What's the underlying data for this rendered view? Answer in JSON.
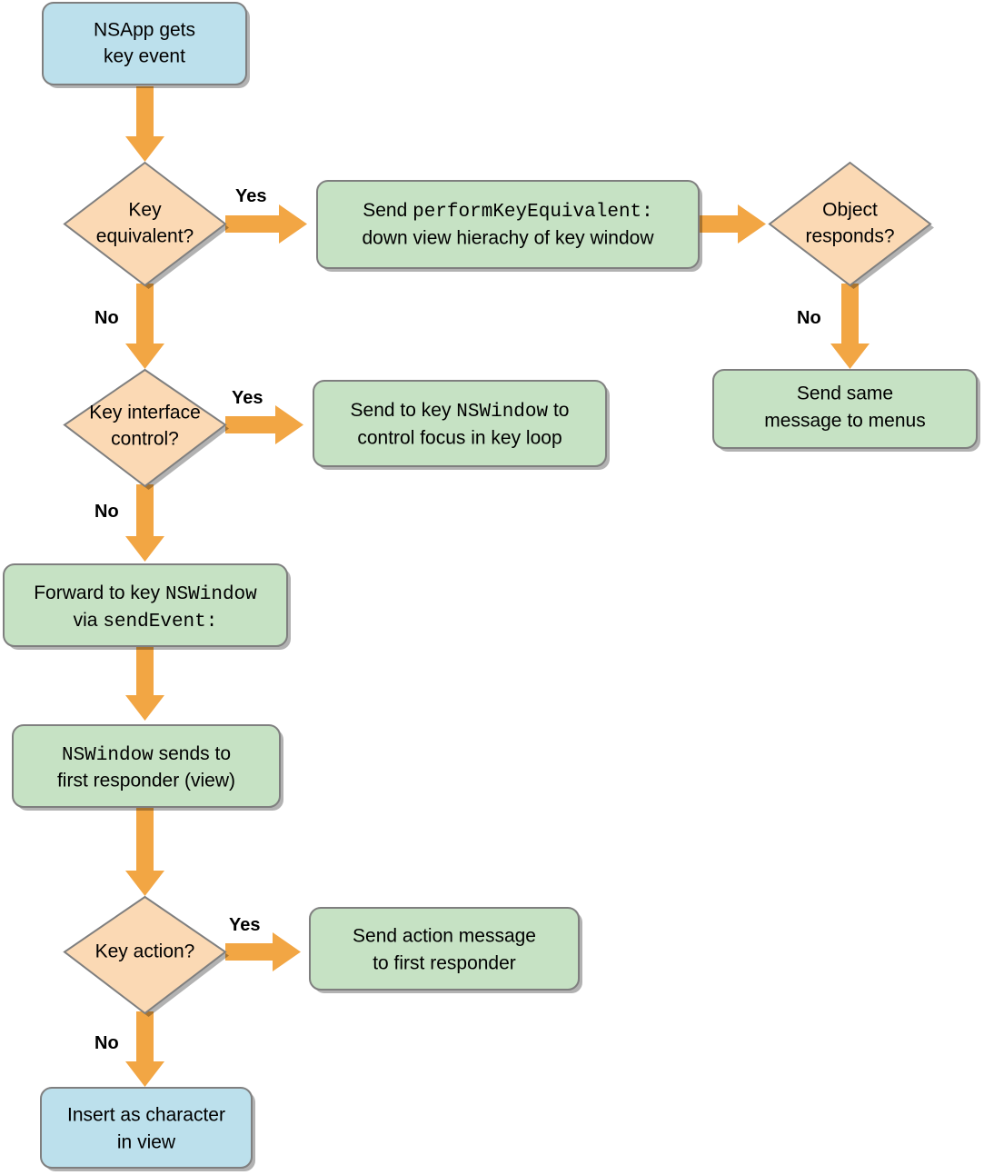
{
  "diagram": {
    "title": "NSApp key event handling flowchart",
    "colors": {
      "start_end_fill": "#bce0ec",
      "process_fill": "#c6e2c4",
      "decision_fill": "#fbd9b4",
      "arrow": "#f2a644",
      "border": "#7f7f7f",
      "text": "#000000",
      "background": "#ffffff"
    },
    "nodes": {
      "nsapp_gets_key_event": {
        "type": "terminator",
        "shape": "rounded-rect",
        "fill": "#bce0ec",
        "lines": [
          [
            {
              "text": "NSApp gets",
              "style": "sans"
            }
          ],
          [
            {
              "text": "key event",
              "style": "sans"
            }
          ]
        ]
      },
      "key_equivalent": {
        "type": "decision",
        "shape": "diamond",
        "fill": "#fbd9b4",
        "lines": [
          [
            {
              "text": "Key",
              "style": "sans"
            }
          ],
          [
            {
              "text": "equivalent?",
              "style": "sans"
            }
          ]
        ]
      },
      "send_perform_key_equivalent": {
        "type": "process",
        "shape": "rounded-rect",
        "fill": "#c6e2c4",
        "lines": [
          [
            {
              "text": "Send ",
              "style": "sans"
            },
            {
              "text": "performKeyEquivalent:",
              "style": "mono"
            }
          ],
          [
            {
              "text": "down view hierachy of key window",
              "style": "sans"
            }
          ]
        ]
      },
      "object_responds": {
        "type": "decision",
        "shape": "diamond",
        "fill": "#fbd9b4",
        "lines": [
          [
            {
              "text": "Object",
              "style": "sans"
            }
          ],
          [
            {
              "text": "responds?",
              "style": "sans"
            }
          ]
        ]
      },
      "send_same_message_to_menus": {
        "type": "process",
        "shape": "rounded-rect",
        "fill": "#c6e2c4",
        "lines": [
          [
            {
              "text": "Send same",
              "style": "sans"
            }
          ],
          [
            {
              "text": "message to menus",
              "style": "sans"
            }
          ]
        ]
      },
      "key_interface_control": {
        "type": "decision",
        "shape": "diamond",
        "fill": "#fbd9b4",
        "lines": [
          [
            {
              "text": "Key interface",
              "style": "sans"
            }
          ],
          [
            {
              "text": "control?",
              "style": "sans"
            }
          ]
        ]
      },
      "send_to_key_nswindow": {
        "type": "process",
        "shape": "rounded-rect",
        "fill": "#c6e2c4",
        "lines": [
          [
            {
              "text": "Send to key ",
              "style": "sans"
            },
            {
              "text": "NSWindow",
              "style": "mono"
            },
            {
              "text": " to",
              "style": "sans"
            }
          ],
          [
            {
              "text": "control focus in key loop",
              "style": "sans"
            }
          ]
        ]
      },
      "forward_to_key_nswindow": {
        "type": "process",
        "shape": "rounded-rect",
        "fill": "#c6e2c4",
        "lines": [
          [
            {
              "text": "Forward to key ",
              "style": "sans"
            },
            {
              "text": "NSWindow",
              "style": "mono"
            }
          ],
          [
            {
              "text": "via ",
              "style": "sans"
            },
            {
              "text": "sendEvent:",
              "style": "mono"
            }
          ]
        ]
      },
      "nswindow_sends_to_first_responder": {
        "type": "process",
        "shape": "rounded-rect",
        "fill": "#c6e2c4",
        "lines": [
          [
            {
              "text": "NSWindow",
              "style": "mono"
            },
            {
              "text": " sends to",
              "style": "sans"
            }
          ],
          [
            {
              "text": "first responder (view)",
              "style": "sans"
            }
          ]
        ]
      },
      "key_action": {
        "type": "decision",
        "shape": "diamond",
        "fill": "#fbd9b4",
        "lines": [
          [
            {
              "text": "Key action?",
              "style": "sans"
            }
          ]
        ]
      },
      "send_action_message": {
        "type": "process",
        "shape": "rounded-rect",
        "fill": "#c6e2c4",
        "lines": [
          [
            {
              "text": "Send action message",
              "style": "sans"
            }
          ],
          [
            {
              "text": "to first responder",
              "style": "sans"
            }
          ]
        ]
      },
      "insert_as_character": {
        "type": "terminator",
        "shape": "rounded-rect",
        "fill": "#bce0ec",
        "lines": [
          [
            {
              "text": "Insert as character",
              "style": "sans"
            }
          ],
          [
            {
              "text": "in view",
              "style": "sans"
            }
          ]
        ]
      }
    },
    "edges": [
      {
        "from": "nsapp_gets_key_event",
        "to": "key_equivalent",
        "label": "",
        "direction": "down"
      },
      {
        "from": "key_equivalent",
        "to": "send_perform_key_equivalent",
        "label": "Yes",
        "direction": "right"
      },
      {
        "from": "key_equivalent",
        "to": "key_interface_control",
        "label": "No",
        "direction": "down"
      },
      {
        "from": "send_perform_key_equivalent",
        "to": "object_responds",
        "label": "",
        "direction": "right"
      },
      {
        "from": "object_responds",
        "to": "send_same_message_to_menus",
        "label": "No",
        "direction": "down"
      },
      {
        "from": "key_interface_control",
        "to": "send_to_key_nswindow",
        "label": "Yes",
        "direction": "right"
      },
      {
        "from": "key_interface_control",
        "to": "forward_to_key_nswindow",
        "label": "No",
        "direction": "down"
      },
      {
        "from": "forward_to_key_nswindow",
        "to": "nswindow_sends_to_first_responder",
        "label": "",
        "direction": "down"
      },
      {
        "from": "nswindow_sends_to_first_responder",
        "to": "key_action",
        "label": "",
        "direction": "down"
      },
      {
        "from": "key_action",
        "to": "send_action_message",
        "label": "Yes",
        "direction": "right"
      },
      {
        "from": "key_action",
        "to": "insert_as_character",
        "label": "No",
        "direction": "down"
      }
    ],
    "edge_labels": {
      "yes_1": "Yes",
      "no_1": "No",
      "no_2": "No",
      "yes_2": "Yes",
      "no_3": "No",
      "yes_3": "Yes",
      "no_4": "No"
    }
  }
}
